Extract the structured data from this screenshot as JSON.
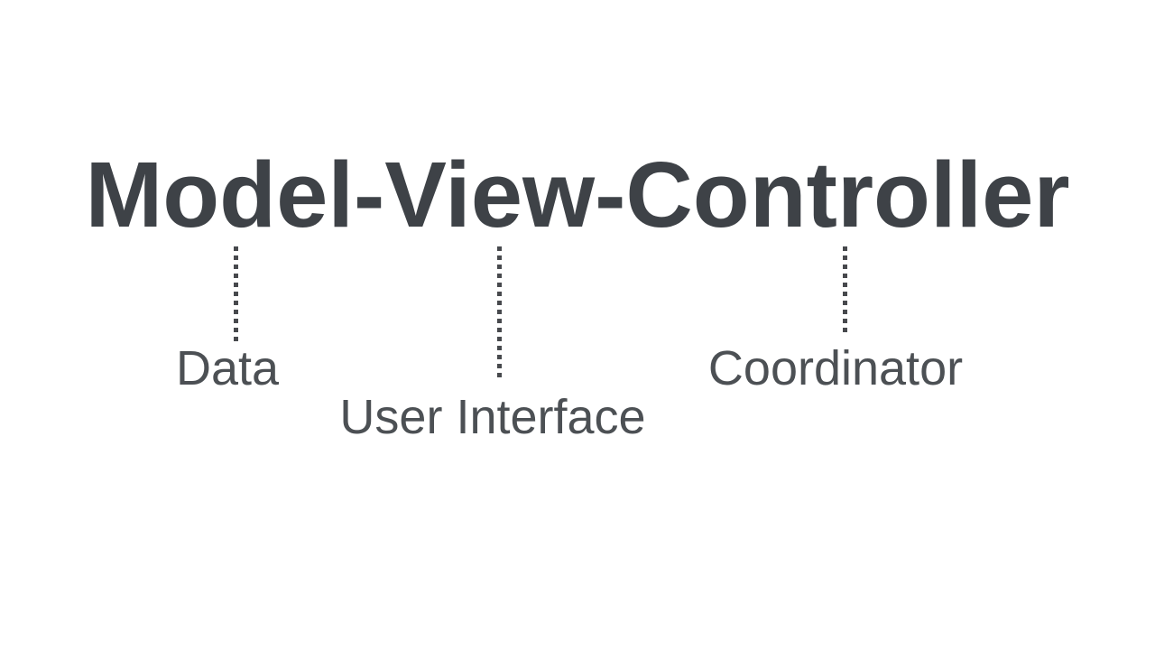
{
  "title": {
    "text": "Model-View-Controller"
  },
  "labels": [
    {
      "component": "model",
      "text": "Data"
    },
    {
      "component": "view",
      "text": "User Interface"
    },
    {
      "component": "controller",
      "text": "Coordinator"
    }
  ],
  "connectors": [
    {
      "from": "Model",
      "to": "Data"
    },
    {
      "from": "View",
      "to": "User Interface"
    },
    {
      "from": "Controller",
      "to": "Coordinator"
    }
  ],
  "colors": {
    "background": "#ffffff",
    "title_text": "#3e4247",
    "label_text": "#4c5054",
    "connector_dots": "#47494d"
  }
}
